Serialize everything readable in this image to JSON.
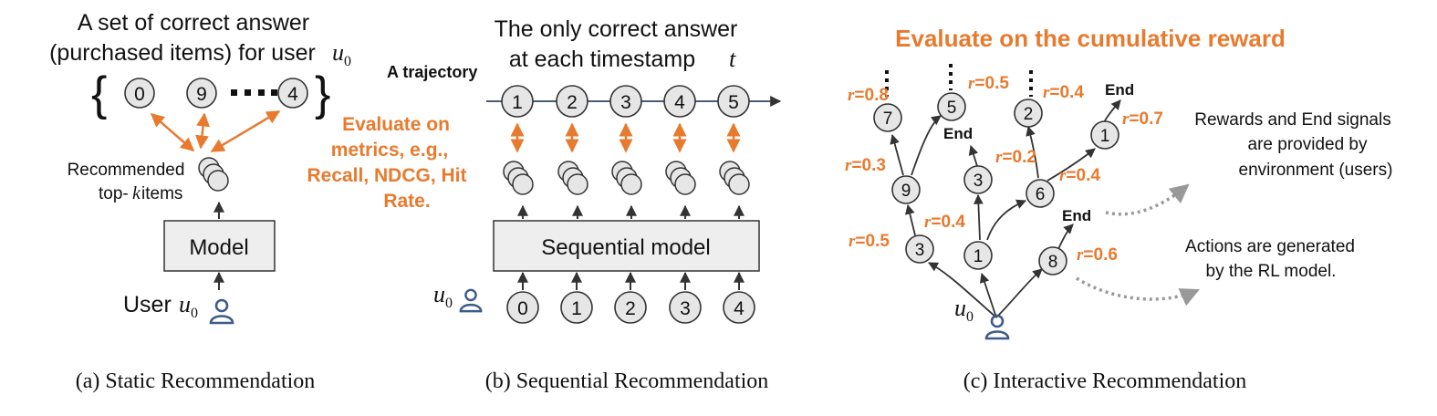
{
  "colors": {
    "orange": "#e87a2e",
    "dark": "#333333",
    "circle_fill": "#e6e6e6",
    "box_fill": "#eeeeee",
    "user_icon": "#3c5a8c",
    "dots_gray": "#999999"
  },
  "panel_a": {
    "title_line1": "A set of correct answer",
    "title_line2": "(purchased items) for user",
    "user_var": "u",
    "user_sub": "0",
    "answer_items": [
      "0",
      "9",
      "4"
    ],
    "ellipsis": "▪▪▪",
    "recommended_line1": "Recommended",
    "recommended_line2_pre": "top-",
    "recommended_k": "k",
    "recommended_line2_post": " items",
    "model_label": "Model",
    "user_label": "User",
    "caption": "(a) Static Recommendation"
  },
  "panel_b": {
    "trajectory_label": "A trajectory",
    "title_line1": "The only correct answer",
    "title_line2": "at each timestamp",
    "timestamp_var": "t",
    "top_items": [
      "1",
      "2",
      "3",
      "4",
      "5"
    ],
    "eval_lines": [
      "Evaluate on",
      "metrics, e.g.,",
      "Recall, NDCG, Hit",
      "Rate."
    ],
    "model_label": "Sequential model",
    "bottom_items": [
      "0",
      "1",
      "2",
      "3",
      "4"
    ],
    "user_var": "u",
    "user_sub": "0",
    "caption": "(b) Sequential Recommendation"
  },
  "panel_c": {
    "title": "Evaluate on the cumulative reward",
    "nodes": {
      "n3": "3",
      "n1": "1",
      "n8": "8",
      "n9": "9",
      "n3b": "3",
      "n6": "6",
      "n7": "7",
      "n5": "5",
      "n2": "2",
      "n1b": "1"
    },
    "rewards": {
      "r08": "=0.8",
      "r05top": "=0.5",
      "r04top": "=0.4",
      "r07": "=0.7",
      "r03": "=0.3",
      "r02": "=0.2",
      "r04mid": "=0.4",
      "r04low": "=0.4",
      "r05low": "=0.5",
      "r06": "=0.6"
    },
    "reward_var": "r",
    "end_labels": [
      "End",
      "End",
      "End"
    ],
    "note1_lines": [
      "Rewards and End signals",
      "are provided by",
      "environment (users)"
    ],
    "note2_lines": [
      "Actions are generated",
      "by the RL model."
    ],
    "user_var": "u",
    "user_sub": "0",
    "caption": "(c) Interactive Recommendation"
  }
}
